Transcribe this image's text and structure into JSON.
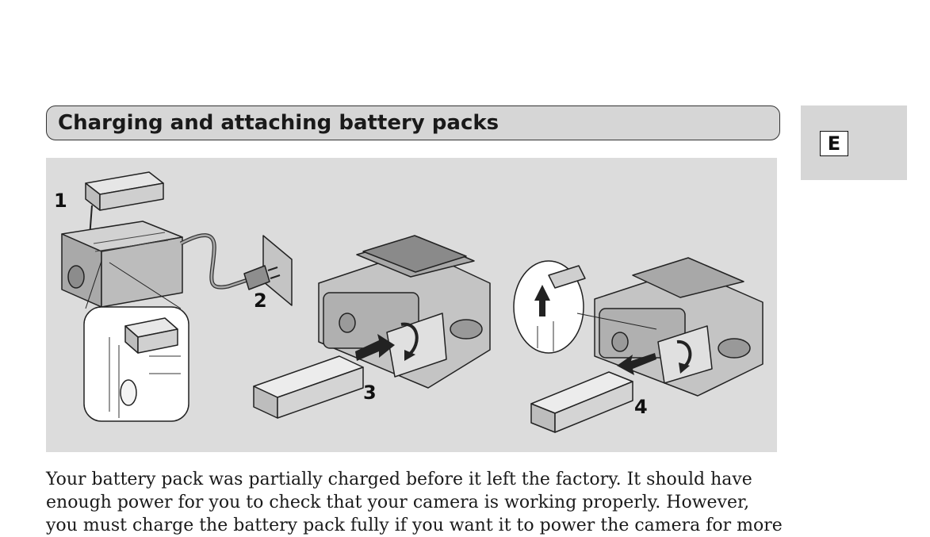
{
  "header": {
    "title": "Charging and attaching battery packs"
  },
  "language_tab": {
    "letter": "E"
  },
  "illustration": {
    "steps": [
      "1",
      "2",
      "3",
      "4"
    ]
  },
  "body": {
    "paragraph": "Your battery pack was partially charged before it left the factory. It should have enough power for you to check that your camera is working properly. However, you must charge the battery pack fully if you want it to power the camera for more"
  }
}
